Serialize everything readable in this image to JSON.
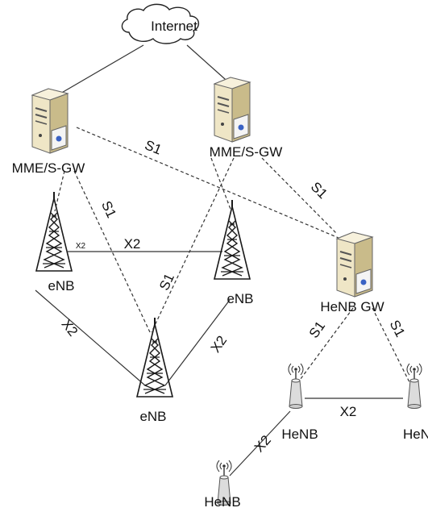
{
  "cloud": {
    "label": "Internet"
  },
  "nodes": {
    "mme1": {
      "label": "MME/S-GW"
    },
    "mme2": {
      "label": "MME/S-GW"
    },
    "henb_gw": {
      "label": "HeNB GW"
    },
    "enb1": {
      "label": "eNB"
    },
    "enb2": {
      "label": "eNB"
    },
    "enb3": {
      "label": "eNB"
    },
    "henb1": {
      "label": "HeNB"
    },
    "henb2": {
      "label": "HeNB"
    },
    "henb3": {
      "label": "HeNB"
    }
  },
  "links": {
    "s1_mme1_henbgw": "S1",
    "s1_mme2_henbgw": "S1",
    "s1_mme1_enb3": "S1",
    "s1_mme2_enb3": "S1",
    "s1_henbgw_henb1": "S1",
    "s1_henbgw_henb2": "S1",
    "x2_enb1_enb2": "X2",
    "x2_enb1_enb2_small": "X2",
    "x2_enb1_enb3": "X2",
    "x2_enb2_enb3": "X2",
    "x2_henb1_henb2": "X2",
    "x2_henb1_henb3": "X2"
  },
  "colors": {
    "server_body": "#efe6c6",
    "server_side": "#c9bb8a",
    "tower": "#1a1a1a",
    "henb_body": "#dcdcdc",
    "line": "#333333"
  }
}
